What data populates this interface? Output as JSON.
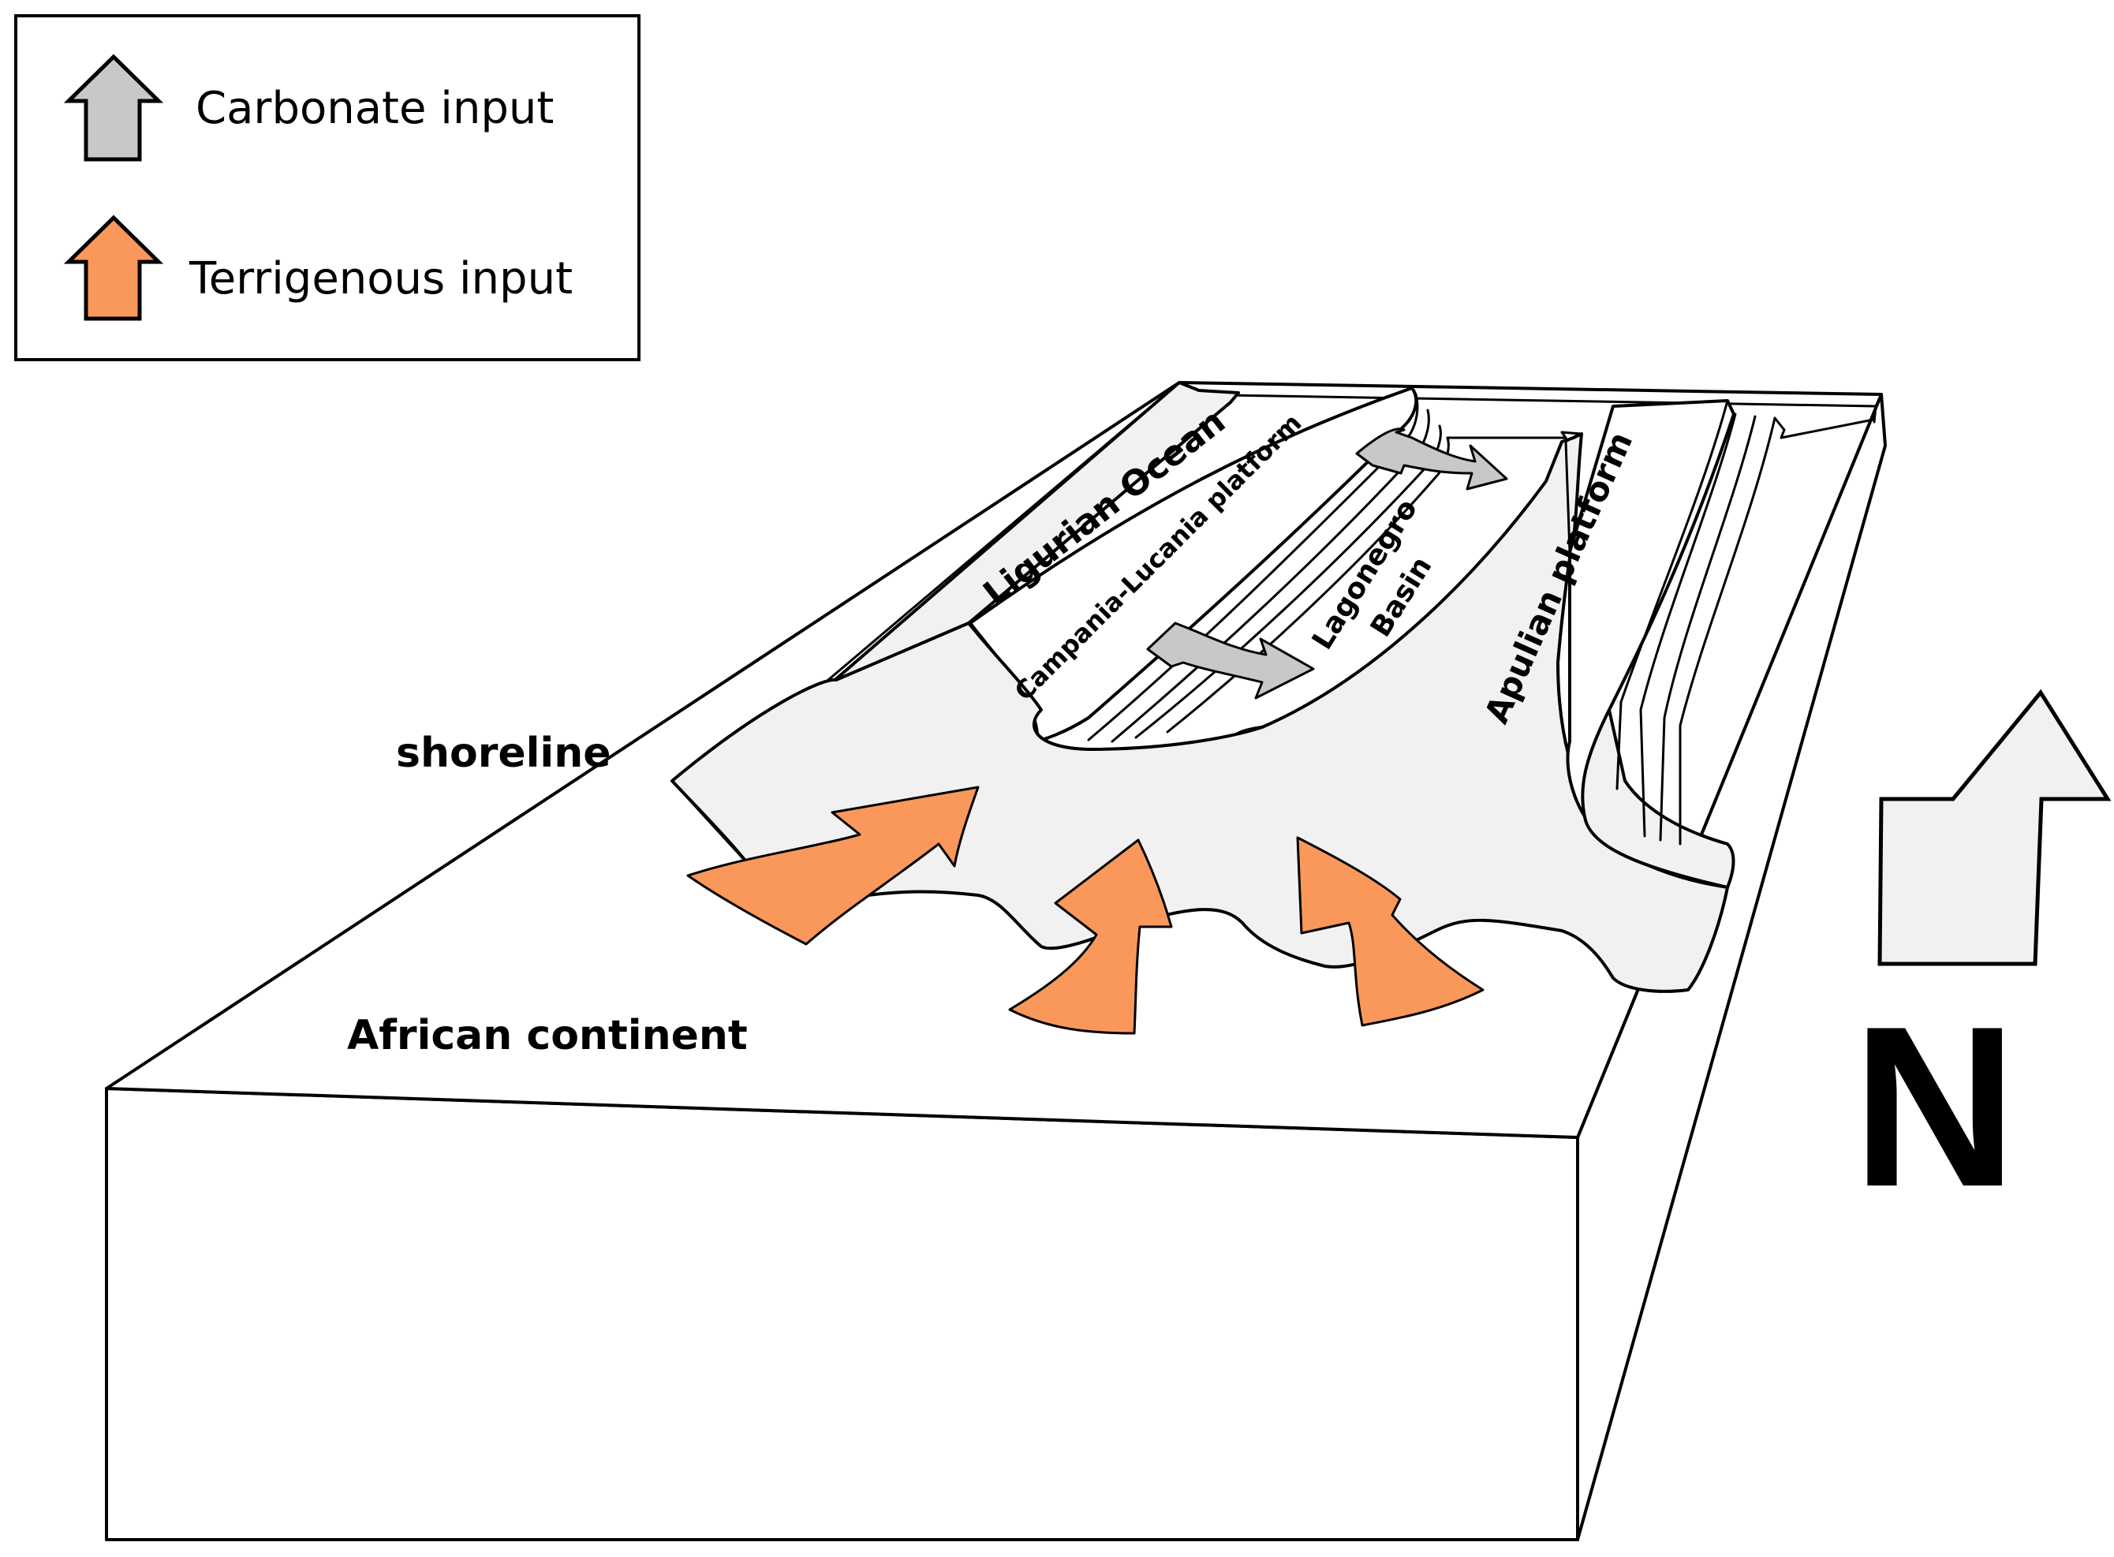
{
  "legend": {
    "carbonate": {
      "label": "Carbonate input",
      "color": "#c8c8c8"
    },
    "terrigenous": {
      "label": "Terrigenous input",
      "color": "#f9985a"
    }
  },
  "labels": {
    "ligurian_ocean": "Ligurian Ocean",
    "campania_lucania": "Campania-Lucania platform",
    "lagonegro_line1": "Lagonegro",
    "lagonegro_line2": "Basin",
    "apulian": "Apulian platform",
    "shoreline": "shoreline",
    "african_continent": "African continent"
  },
  "north": {
    "letter": "N",
    "arrow_color": "#f1f1f1"
  },
  "colors": {
    "sea_fill": "#f1f1f1",
    "land_fill": "#ffffff",
    "outline": "#000000"
  }
}
